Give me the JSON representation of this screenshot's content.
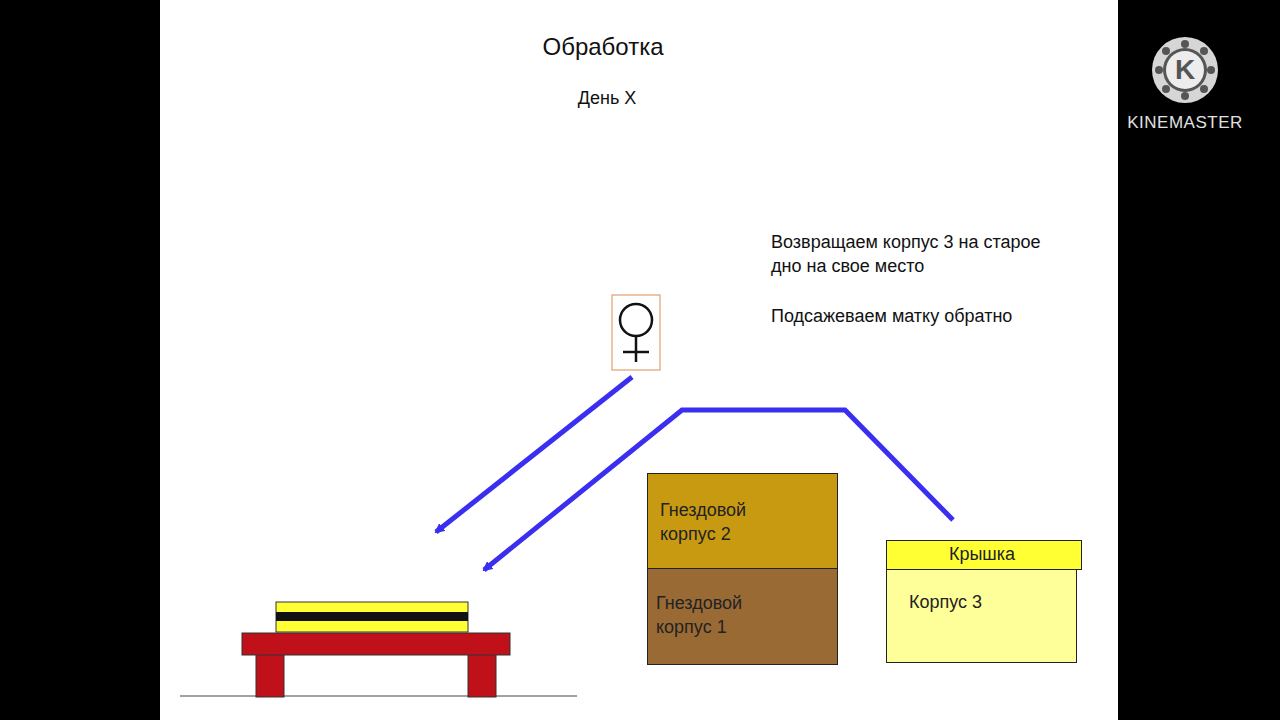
{
  "diagram": {
    "title": "Обработка",
    "nodes": [
      {
        "text": [
          "Гнездовой корпус 2"
        ]
      },
      {
        "text": [
          "Гнездовой корпус 1"
        ]
      },
      {
        "text": [
          "Корпус 3"
        ]
      },
      {
        "text": [
          "Крышка"
        ],
        "in": 2
      }
    ],
    "labels": [
      "День Х",
      "Возвращаем корпус 3 на старое дно на свое место",
      "Подсажеваем матку обратно",
      "K",
      "KINEMASTER"
    ]
  }
}
